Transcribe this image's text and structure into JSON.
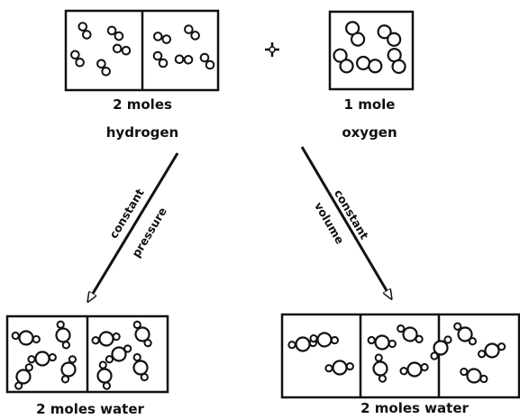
{
  "reactants": {
    "hydrogen_amount": "2 moles",
    "hydrogen_name": "hydrogen",
    "oxygen_amount": "1 mole",
    "oxygen_name": "oxygen"
  },
  "paths": {
    "left_line1": "constant",
    "left_line2": "pressure",
    "right_line1": "constant",
    "right_line2": "volume"
  },
  "products": {
    "left_label": "2 moles water",
    "right_label": "2 moles water"
  }
}
